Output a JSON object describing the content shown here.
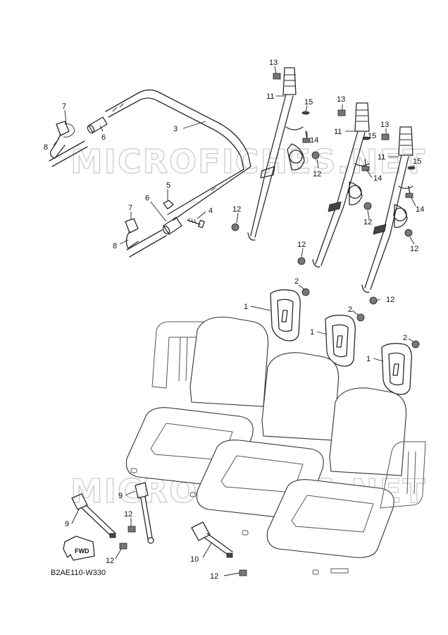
{
  "diagram": {
    "code": "B2AE110-W330",
    "watermark": "MICROFICHES.NET",
    "fwd_label": "FWD",
    "callouts": [
      "1",
      "2",
      "3",
      "4",
      "5",
      "6",
      "7",
      "8",
      "9",
      "10",
      "11",
      "12",
      "13",
      "14",
      "15"
    ]
  }
}
